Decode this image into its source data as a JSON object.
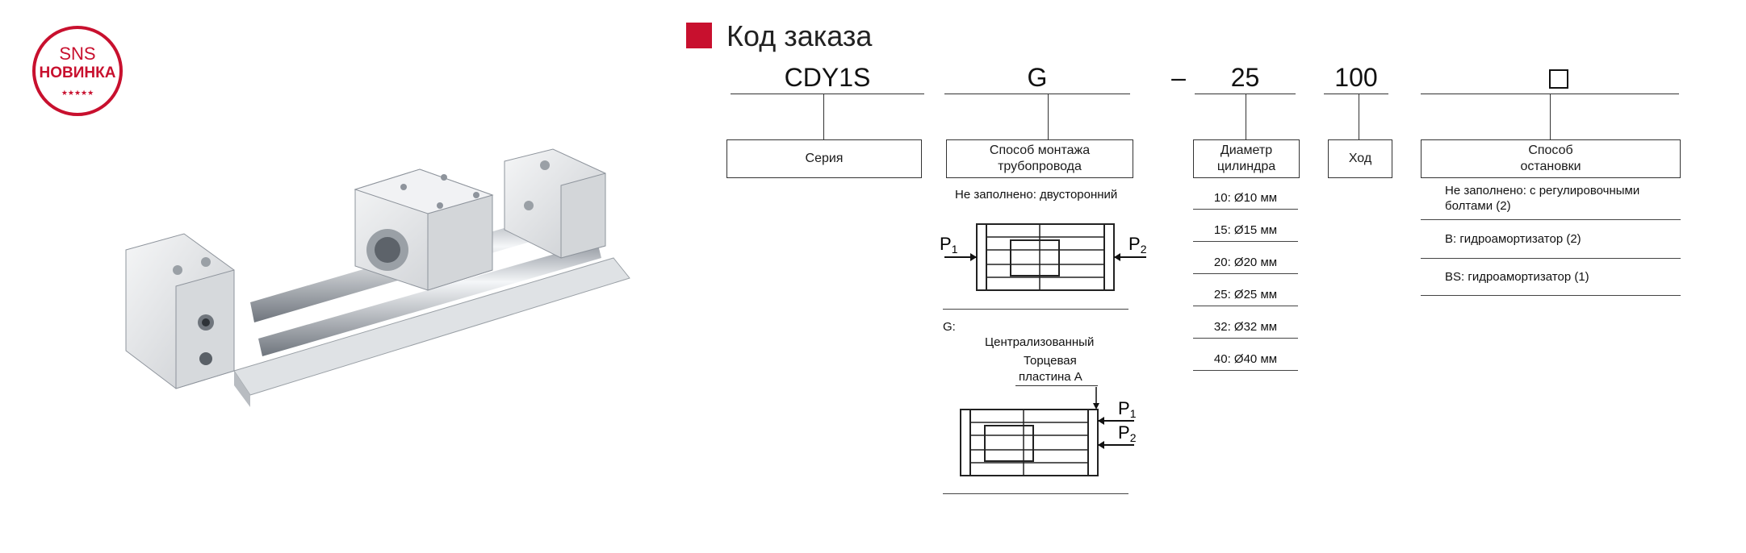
{
  "logo": {
    "brand": "SNS",
    "tagline": "НОВИНКА",
    "stars": "★★★★★"
  },
  "title": "Код заказа",
  "colors": {
    "accent": "#c8102e",
    "logo": "#c8102e"
  },
  "codes": {
    "series": "CDY1S",
    "mount": "G",
    "dash": "–",
    "diameter": "25",
    "stroke": "100"
  },
  "boxes": {
    "series": "Серия",
    "mount_l1": "Способ монтажа",
    "mount_l2": "трубопровода",
    "diameter_l1": "Диаметр",
    "diameter_l2": "цилиндра",
    "stroke": "Ход",
    "stop_l1": "Способ",
    "stop_l2": "остановки"
  },
  "mount_options": {
    "blank": "Не заполнено: двусторонний",
    "g": "G:",
    "g_desc_l1": "Централизованный",
    "g_desc_l2": "Торцевая",
    "g_desc_l3": "пластина А",
    "p1": "P",
    "p1_sub": "1",
    "p2": "P",
    "p2_sub": "2"
  },
  "diameters": [
    "10: Ø10 мм",
    "15: Ø15 мм",
    "20: Ø20 мм",
    "25: Ø25 мм",
    "32: Ø32 мм",
    "40: Ø40 мм"
  ],
  "stop_options": {
    "blank_l1": "Не заполнено: с регулировочными",
    "blank_l2": "болтами (2)",
    "b": "B: гидроамортизатор (2)",
    "bs": "BS: гидроамортизатор (1)"
  }
}
